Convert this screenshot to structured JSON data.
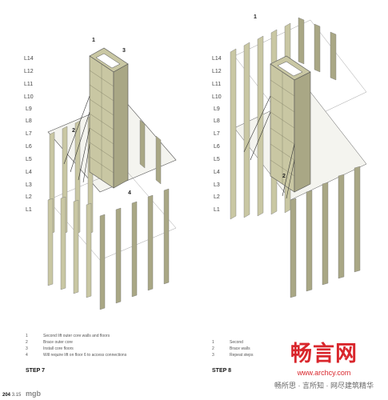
{
  "levels": [
    "L14",
    "L12",
    "L11",
    "L10",
    "L9",
    "L8",
    "L7",
    "L6",
    "L5",
    "L4",
    "L3",
    "L2",
    "L1"
  ],
  "step7": {
    "title": "STEP 7",
    "callouts": [
      "1",
      "2",
      "3",
      "4"
    ],
    "legend": [
      {
        "num": "1",
        "text": "Second lift outer core walls and floors"
      },
      {
        "num": "2",
        "text": "Brace outer core"
      },
      {
        "num": "3",
        "text": "Install core floors"
      },
      {
        "num": "4",
        "text": "Will require lift on floor 6 to access connections"
      }
    ]
  },
  "step8": {
    "title": "STEP 8",
    "callouts": [
      "1",
      "2"
    ],
    "legend": [
      {
        "num": "1",
        "text": "Second"
      },
      {
        "num": "2",
        "text": "Brace walls"
      },
      {
        "num": "3",
        "text": "Repeat steps"
      }
    ]
  },
  "footer": {
    "page": "204",
    "issue": "3.15",
    "brand": "mgb"
  },
  "watermark": {
    "title": "畅言网",
    "url": "www.archcy.com",
    "tag": "畅所思 · 言所知 · 网尽建筑精华"
  },
  "colors": {
    "panel": "#c9c7a3",
    "panel_dark": "#a9a785",
    "line": "#555"
  }
}
